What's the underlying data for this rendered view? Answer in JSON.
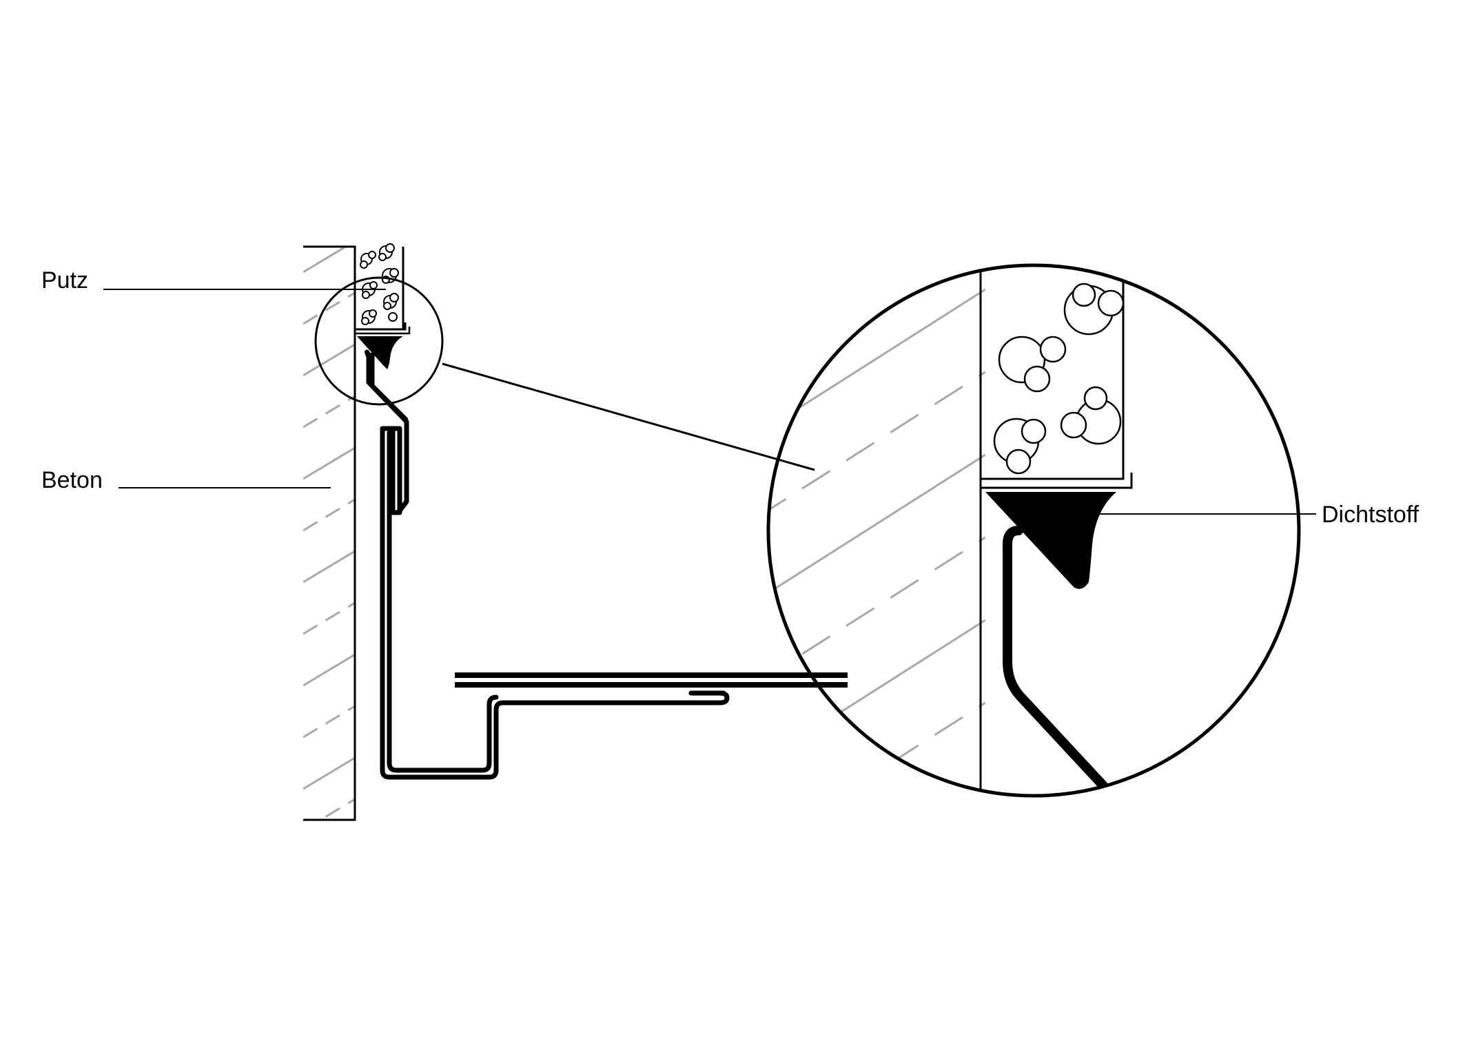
{
  "labels": {
    "putz": "Putz",
    "beton": "Beton",
    "dichtstoff": "Dichtstoff"
  },
  "colors": {
    "line": "#000000",
    "hatch": "#a8a8a8",
    "background": "#ffffff"
  }
}
